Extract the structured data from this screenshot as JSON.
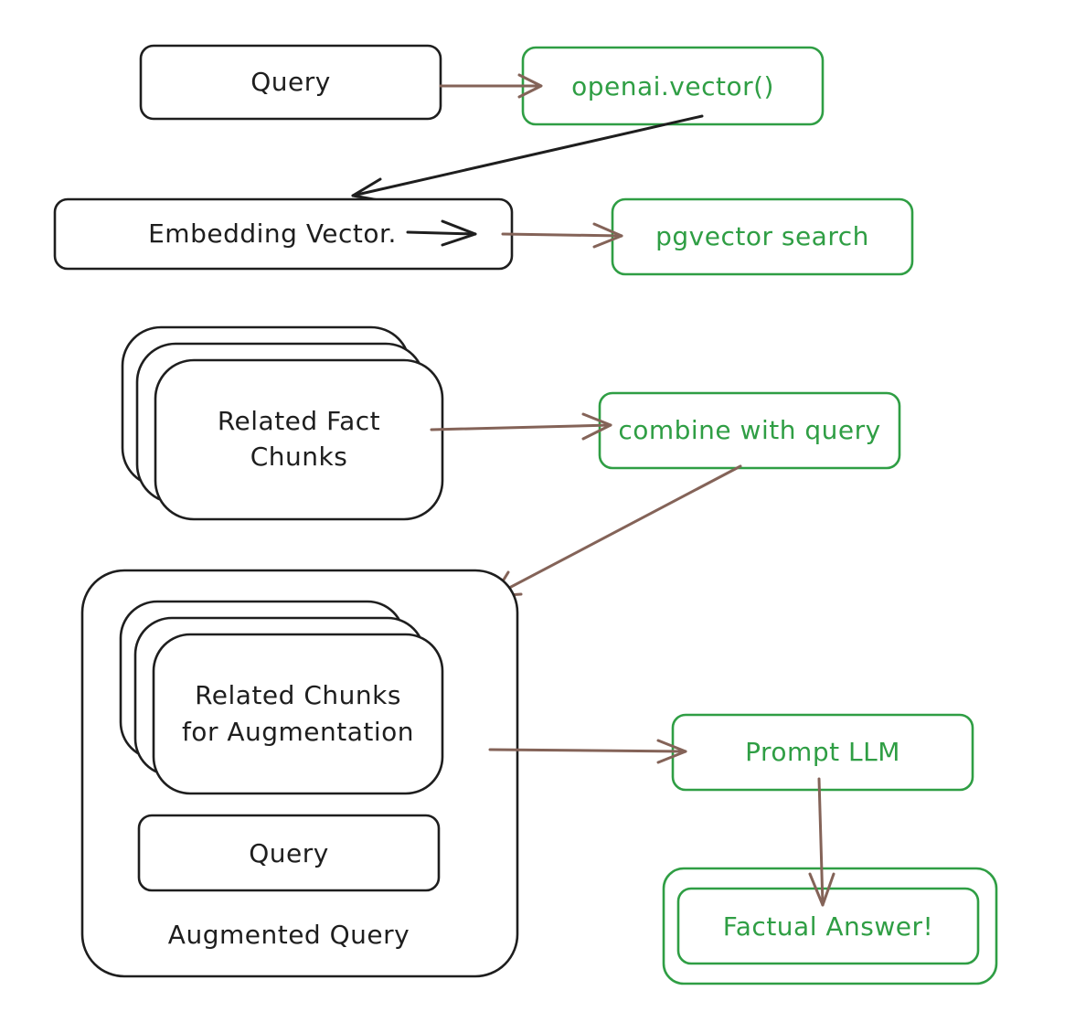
{
  "colors": {
    "ink": "#1e1e1e",
    "green": "#2f9e44",
    "arrow": "#846358",
    "background": "#ffffff"
  },
  "nodes": {
    "query_top": "Query",
    "openai_vector": "openai.vector()",
    "embedding_vector": "Embedding Vector.",
    "pgvector_search": "pgvector search",
    "related_fact_chunks": [
      "Related Fact",
      "Chunks"
    ],
    "combine_with_query": "combine with query",
    "related_chunks_augmentation": [
      "Related Chunks",
      "for Augmentation"
    ],
    "query_inner": "Query",
    "augmented_query": "Augmented Query",
    "prompt_llm": "Prompt LLM",
    "factual_answer": "Factual Answer!"
  }
}
